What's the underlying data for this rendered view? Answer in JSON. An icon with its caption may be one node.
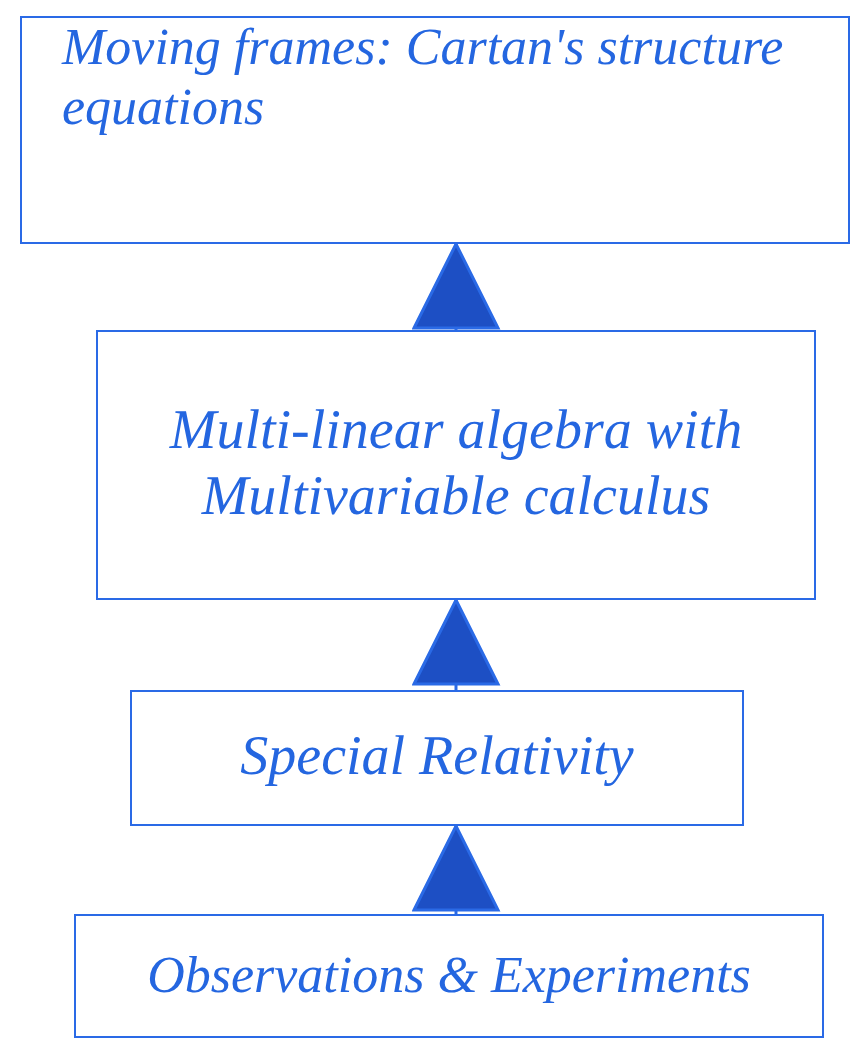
{
  "diagram": {
    "nodes": [
      {
        "text": [
          "Moving frames: Cartan's structure equations"
        ]
      },
      {
        "text": [
          "Multi-linear algebra with Multivariable calculus"
        ]
      },
      {
        "text": [
          "Special Relativity"
        ]
      },
      {
        "text": [
          "Observations & Experiments"
        ]
      }
    ],
    "edges": [
      {
        "from": 1,
        "to": 0,
        "arrow": "to"
      },
      {
        "from": 2,
        "to": 1,
        "arrow": "to"
      },
      {
        "from": 3,
        "to": 2,
        "arrow": "to"
      }
    ]
  }
}
